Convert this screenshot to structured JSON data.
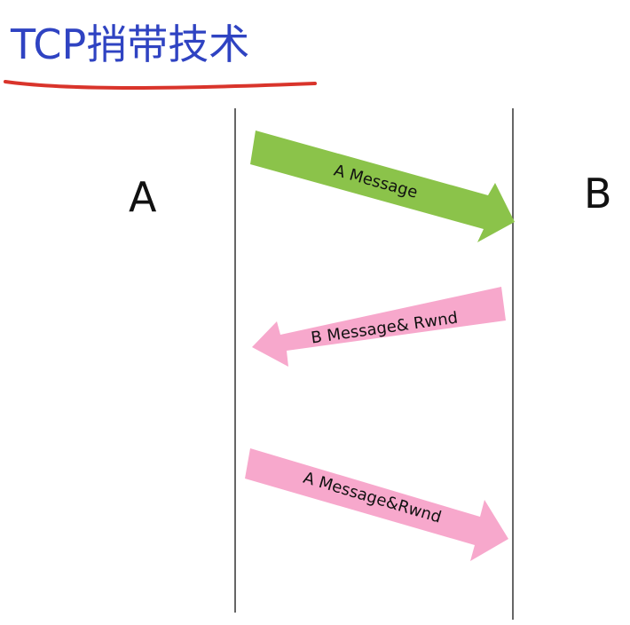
{
  "title": "TCP捎带技术",
  "nodes": {
    "left": "A",
    "right": "B"
  },
  "messages": [
    {
      "label": "A Message",
      "direction": "A-to-B",
      "color": "#8bc34a"
    },
    {
      "label": "B Message& Rwnd",
      "direction": "B-to-A",
      "color": "#f7a8cc"
    },
    {
      "label": "A Message&Rwnd",
      "direction": "A-to-B",
      "color": "#f7a8cc"
    }
  ],
  "colors": {
    "title": "#2f43c2",
    "underline": "#d9342b",
    "lines": "#333333"
  }
}
